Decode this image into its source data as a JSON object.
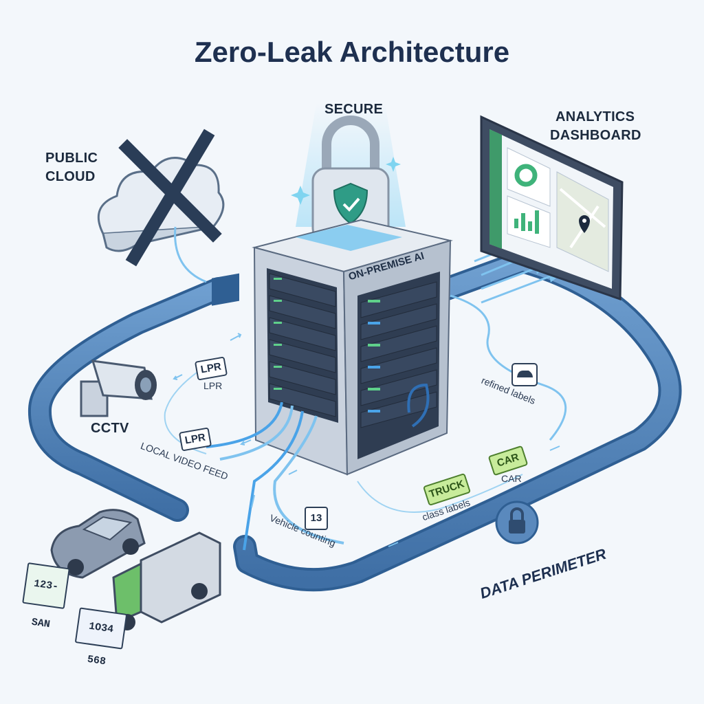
{
  "title": "Zero-Leak Architecture",
  "labels": {
    "public_cloud_1": "PUBLIC",
    "public_cloud_2": "CLOUD",
    "secure": "SECURE",
    "analytics_1": "ANALYTICS",
    "analytics_2": "DASHBOARD",
    "server": "ON-PREMISE AI",
    "cctv": "CCTV",
    "local_video_feed": "LOCAL VIDEO FEED",
    "lpr_tag_1": "LPR",
    "lpr_text_1": "LPR",
    "lpr_tag_2": "LPR",
    "vehicle_counting": "Vehicle counting",
    "count_tag": "13",
    "truck_tag": "TRUCK",
    "car_tag": "CAR",
    "car_text": "CAR",
    "class_labels": "class labels",
    "refined_labels": "refined labels",
    "data_perimeter": "DATA PERIMETER",
    "plate_1": "123-SAN",
    "plate_2": "1O34 568"
  },
  "colors": {
    "perimeter": "#4a7fb8",
    "perimeter_dark": "#2f5f93",
    "server_front": "#2f3d52",
    "server_side": "#c9d2de",
    "accent_green": "#5fd08a",
    "accent_blue": "#4aa3e8",
    "flow": "#7fc3ef",
    "shield": "#2f9c86"
  },
  "icons": [
    "cloud-icon",
    "cross-icon",
    "padlock-icon",
    "shield-check-icon",
    "cctv-camera-icon",
    "car-icon",
    "truck-icon",
    "map-pin-icon",
    "lock-icon"
  ]
}
